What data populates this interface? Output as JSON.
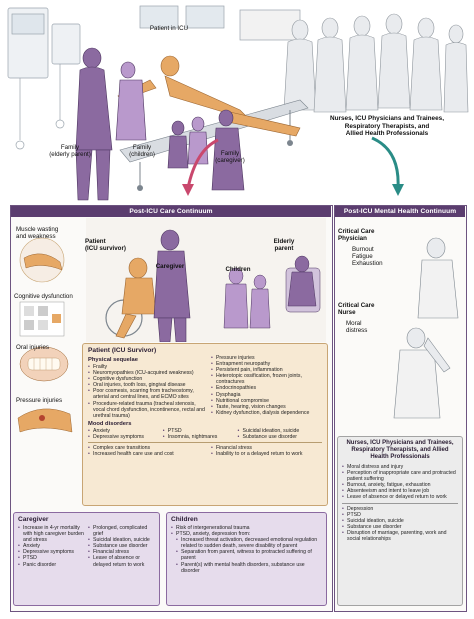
{
  "top": {
    "labels": {
      "patient_icu": "Patient in ICU",
      "nurses": "Nurses, ICU Physicians and Trainees,\nRespiratory Therapists, and\nAllied Health Professionals",
      "family_elderly": "Family\n(elderly parent)",
      "family_children": "Family\n(children)",
      "family_caregiver": "Family\n(caregiver)"
    }
  },
  "post_icu": {
    "header": "Post-ICU Care Continuum",
    "left_labels": {
      "muscle": "Muscle wasting\nand weakness",
      "cognitive": "Cognitive dysfunction",
      "oral": "Oral injuries",
      "pressure": "Pressure injuries"
    },
    "scene_labels": {
      "patient": "Patient\n(ICU survivor)",
      "caregiver": "Caregiver",
      "children": "Children",
      "elderly": "Elderly\nparent"
    },
    "patient_box": {
      "title": "Patient (ICU Survivor)",
      "physical_title": "Physical sequelae",
      "physical_left": [
        "Frailty",
        "Neuromyopathies (ICU-acquired weakness)",
        "Cognitive dysfunction",
        "Oral injuries, tooth loss, gingival disease",
        "Poor cosmesis, scarring from tracheostomy, arterial and central lines, and ECMO sites",
        "Procedure-related trauma (tracheal stenosis, vocal chord dysfunction, incontinence, rectal and urethral trauma)"
      ],
      "physical_right": [
        "Pressure injuries",
        "Entrapment neuropathy",
        "Persistent pain, inflammation",
        "Heterotopic ossification, frozen joints, contractures",
        "Endocrinopathies",
        "Dysphagia",
        "Nutritional compromise",
        "Taste, hearing, vision changes",
        "Kidney dysfunction, dialysis dependence"
      ],
      "mood_title": "Mood disorders",
      "mood_col1": [
        "Anxiety",
        "Depressive symptoms"
      ],
      "mood_col2": [
        "PTSD",
        "Insomnia, nightmares"
      ],
      "mood_col3": [
        "Suicidal ideation, suicide",
        "Substance use disorder"
      ],
      "bottom_left": [
        "Complex care transitions",
        "Increased health care use and cost"
      ],
      "bottom_right": [
        "Financial stress",
        "Inability to or a delayed return to work"
      ]
    },
    "caregiver_box": {
      "title": "Caregiver",
      "col1": [
        "Increase in 4-yr mortality with high caregiver burden and stress",
        "Anxiety",
        "Depressive symptoms",
        "PTSD",
        "Panic disorder"
      ],
      "col2": [
        "Prolonged, complicated grief",
        "Suicidal ideation, suicide",
        "Substance use disorder",
        "Financial stress",
        "Leave of absence or delayed return to work"
      ]
    },
    "children_box": {
      "title": "Children",
      "items": [
        "Risk of intergenerational trauma",
        "PTSD, anxiety, depression from:",
        "Increased threat activation, decreased emotional regulation related to sudden death, severe disability of parent",
        "Separation from parent, witness to protracted suffering of parent",
        "Parent(s) with mental health disorders, substance use disorder"
      ]
    }
  },
  "mental_health": {
    "header": "Post-ICU Mental Health Continuum",
    "labels": {
      "physician_title": "Critical Care\nPhysician",
      "physician_symptoms": "Burnout\nFatigue\nExhaustion",
      "nurse_title": "Critical Care\nNurse",
      "nurse_symptoms": "Moral\ndistress"
    },
    "box": {
      "title": "Nurses, ICU Physicians and Trainees, Respiratory Therapists, and Allied Health Professionals",
      "group1": [
        "Moral distress and injury",
        "Perception of inappropriate care and protracted patient suffering",
        "Burnout, anxiety, fatigue, exhaustion",
        "Absenteeism and intent to leave job",
        "Leave of absence or delayed return to work"
      ],
      "group2": [
        "Depression",
        "PTSD",
        "Suicidal ideation, suicide",
        "Substance use disorder",
        "Disruption of marriage, parenting, work and social relationships"
      ]
    }
  },
  "colors": {
    "purple_dark": "#5b3d6f",
    "purple_light": "#e6dcec",
    "tan_box": "#f7e9d3",
    "tan_border": "#c8a574",
    "gray_box": "#ececec",
    "arrow_pink": "#c9486d",
    "arrow_teal": "#2a8c86"
  }
}
